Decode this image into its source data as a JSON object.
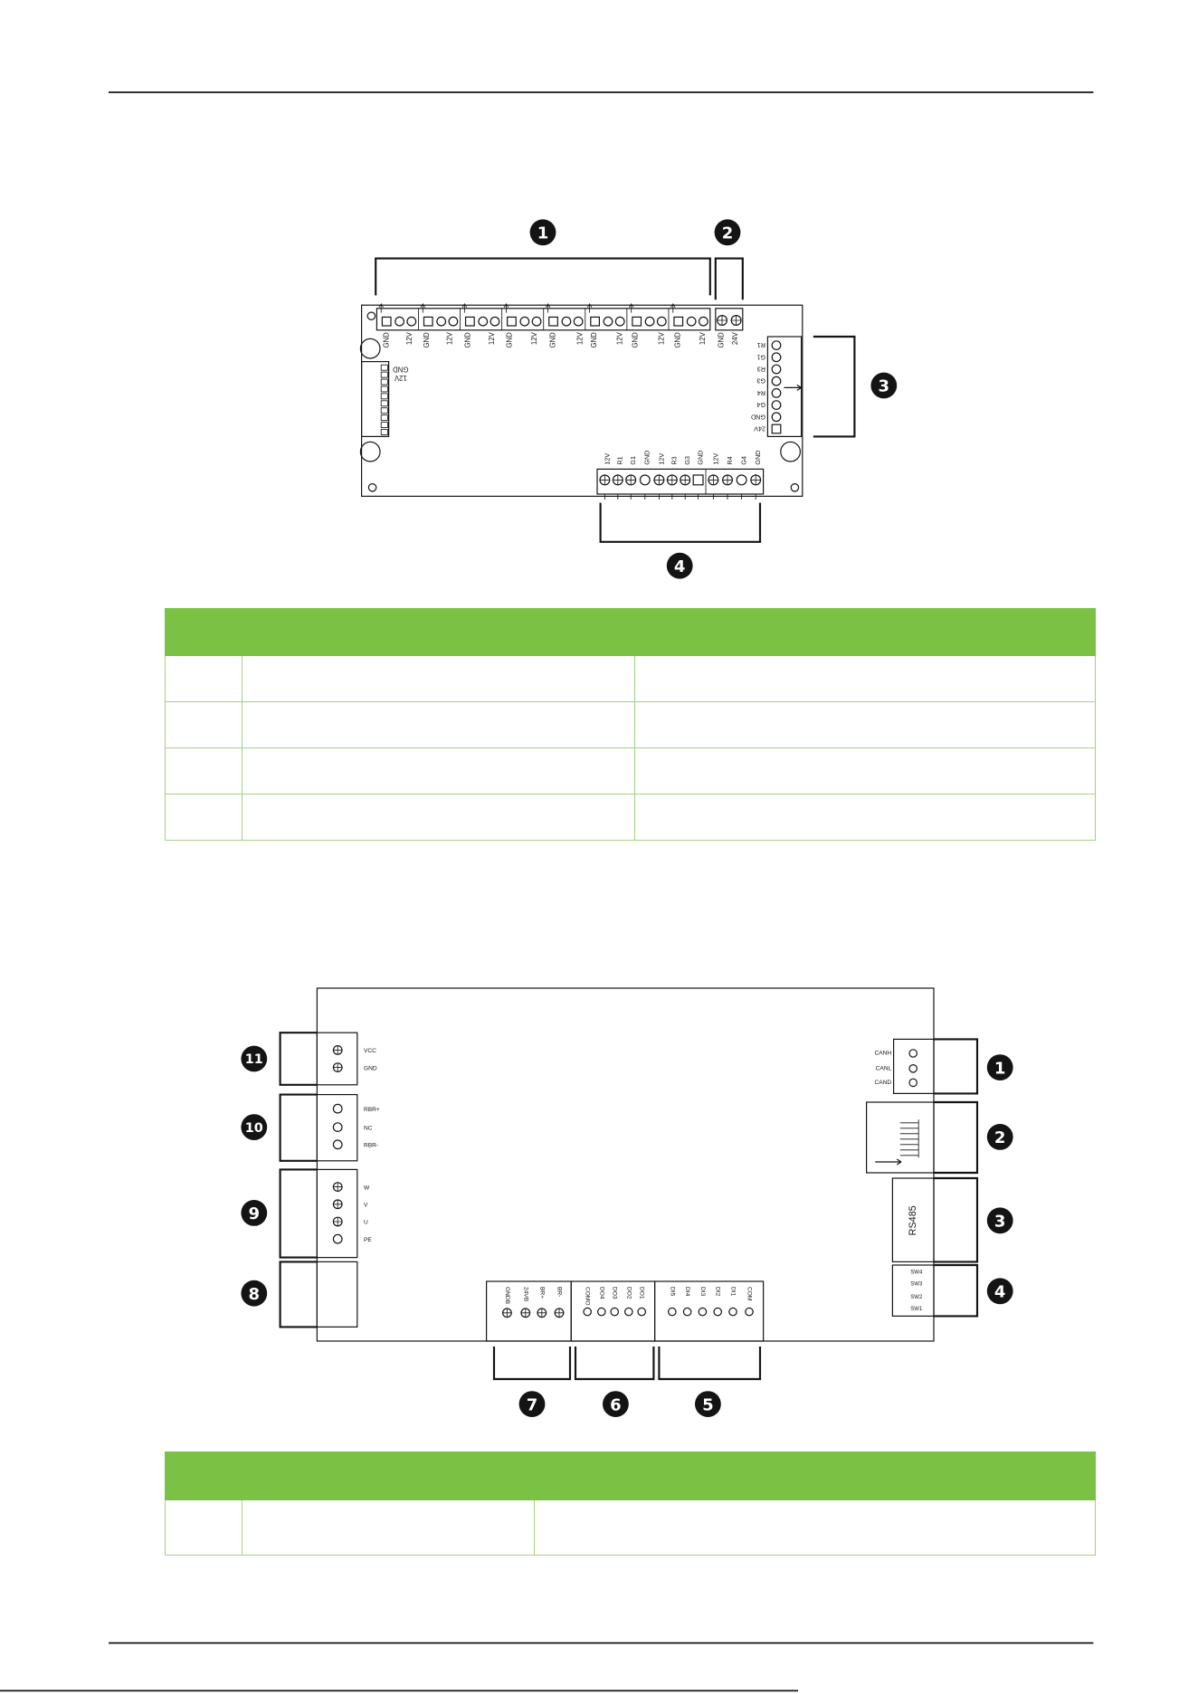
{
  "diagram1": {
    "callouts": [
      "1",
      "2",
      "3",
      "4"
    ],
    "top_labels": [
      "GND",
      "12V",
      "GND",
      "12V",
      "GND",
      "12V",
      "GND",
      "12V",
      "GND",
      "12V",
      "GND",
      "12V",
      "GND",
      "12V",
      "GND",
      "12V",
      "GND",
      "24V"
    ],
    "left_labels": [
      "GND",
      "12V"
    ],
    "right_labels": [
      "R1",
      "G1",
      "R3",
      "G3",
      "R4",
      "G4",
      "GND",
      "24V"
    ],
    "bottom_labels": [
      "12V",
      "R1",
      "G1",
      "GND",
      "12V",
      "R3",
      "G3",
      "GND",
      "12V",
      "R4",
      "G4",
      "GND"
    ]
  },
  "diagram2": {
    "callouts": [
      "1",
      "2",
      "3",
      "4",
      "5",
      "6",
      "7",
      "8",
      "9",
      "10",
      "11"
    ],
    "connector_1": [
      "CANH",
      "CANL",
      "CAND"
    ],
    "connector_3": "RS485",
    "connector_4": [
      "SW4",
      "SW3",
      "SW2",
      "SW1"
    ],
    "connector_5": [
      "DI5",
      "DI4",
      "DI3",
      "DI2",
      "DI1",
      "COM"
    ],
    "connector_6": [
      "COMO",
      "DO4",
      "DO3",
      "DO2",
      "DO1"
    ],
    "connector_7": [
      "GNDB",
      "24VB",
      "BR+",
      "BR-"
    ],
    "connector_9": [
      "W",
      "V",
      "U",
      "PE"
    ],
    "connector_10": [
      "RBR+",
      "NC",
      "RBR-"
    ],
    "connector_11": [
      "VCC",
      "GND"
    ]
  },
  "colors": {
    "table_header": "#7bc143",
    "table_border": "#a3d282",
    "line": "#151515"
  }
}
